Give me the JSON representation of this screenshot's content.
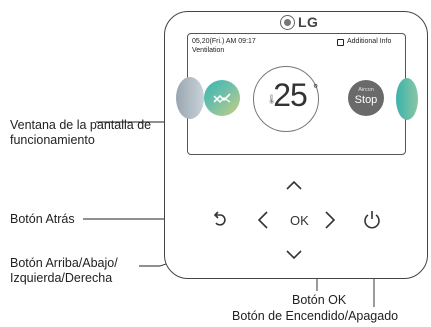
{
  "device": {
    "brand": "LG",
    "screen": {
      "date_time": "05,20(Fri.) AM 09:17",
      "mode": "Ventilation",
      "info_label": "Additional Info",
      "temperature": "25",
      "stop_sub": "Aircon",
      "stop_main": "Stop"
    },
    "ok_label": "OK"
  },
  "annotations": {
    "window_label": "Ventana de la pantalla de funcionamiento",
    "back_label": "Botón Atrás",
    "direction_label": "Botón Arriba/Abajo/ Izquierda/Derecha",
    "ok_label": "Botón OK",
    "power_label": "Botón de Encendido/Apagado"
  },
  "icons": [
    "lg-logo-icon",
    "additional-info-icon",
    "ventilation-icon",
    "thermometer-icon",
    "up-arrow-icon",
    "down-arrow-icon",
    "left-arrow-icon",
    "right-arrow-icon",
    "back-icon",
    "power-icon"
  ],
  "colors": {
    "outline": "#444444",
    "teal": "#38b7b2",
    "stop_button": "#6a6a6a"
  }
}
